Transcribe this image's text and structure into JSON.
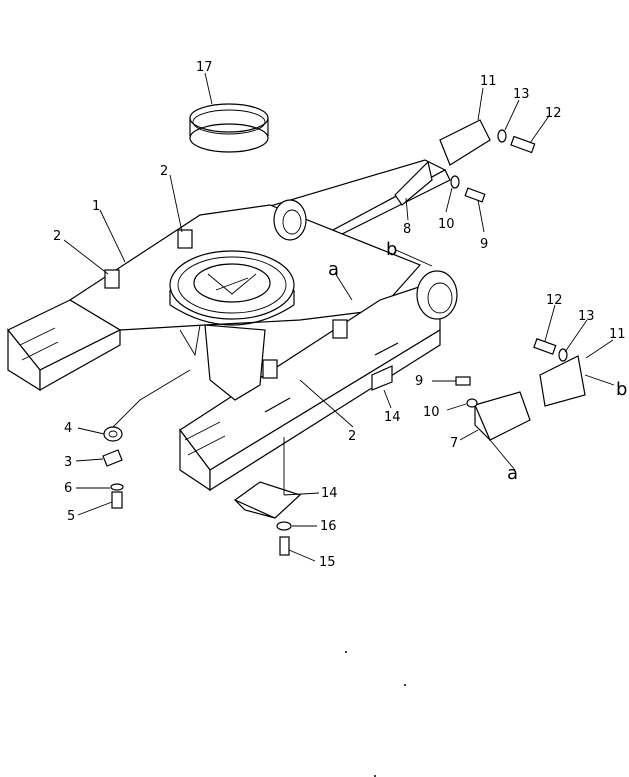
{
  "colors": {
    "ink": "#000000",
    "paper": "#ffffff"
  },
  "callouts": {
    "n1": "1",
    "n2a": "2",
    "n2b": "2",
    "n2c": "2",
    "n3": "3",
    "n4": "4",
    "n5": "5",
    "n6": "6",
    "n7": "7",
    "n8": "8",
    "n9a": "9",
    "n9b": "9",
    "n10a": "10",
    "n10b": "10",
    "n11a": "11",
    "n11b": "11",
    "n12a": "12",
    "n12b": "12",
    "n13a": "13",
    "n13b": "13",
    "n14a": "14",
    "n14b": "14",
    "n15": "15",
    "n16": "16",
    "n17": "17",
    "a1": "a",
    "a2": "a",
    "b1": "b",
    "b2": "b"
  }
}
